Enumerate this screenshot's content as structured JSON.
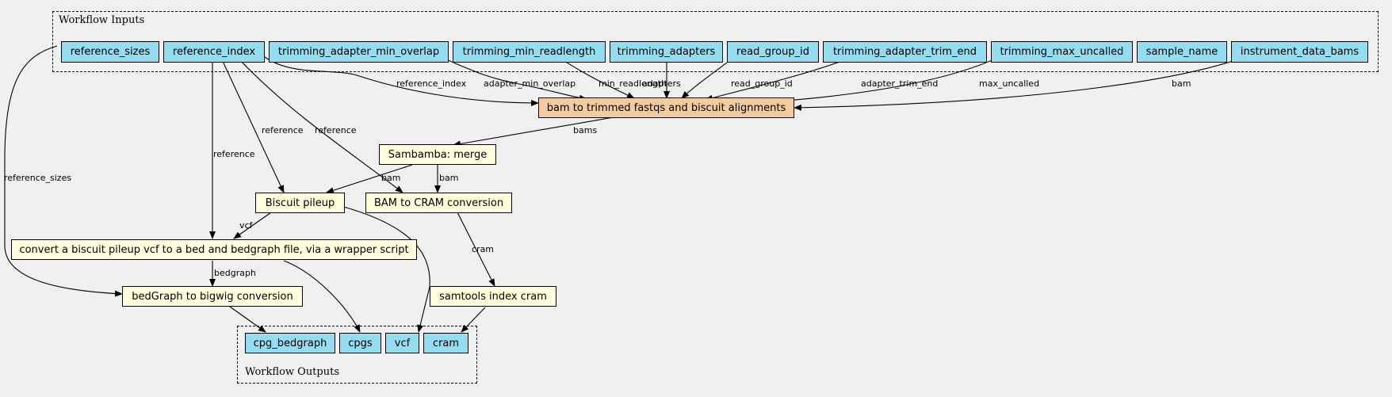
{
  "inputs_cluster": {
    "label": "Workflow Inputs"
  },
  "outputs_cluster": {
    "label": "Workflow Outputs"
  },
  "inputs": {
    "reference_sizes": "reference_sizes",
    "reference_index": "reference_index",
    "trimming_adapter_min_overlap": "trimming_adapter_min_overlap",
    "trimming_min_readlength": "trimming_min_readlength",
    "trimming_adapters": "trimming_adapters",
    "read_group_id": "read_group_id",
    "trimming_adapter_trim_end": "trimming_adapter_trim_end",
    "trimming_max_uncalled": "trimming_max_uncalled",
    "sample_name": "sample_name",
    "instrument_data_bams": "instrument_data_bams"
  },
  "steps": {
    "bam_to_trimmed": "bam to trimmed fastqs and biscuit alignments",
    "merge": "Sambamba: merge",
    "pileup": "Biscuit pileup",
    "bam_to_cram": "BAM to CRAM conversion",
    "convert_vcf": "convert a biscuit pileup vcf to a bed and bedgraph file, via a wrapper script",
    "bigwig": "bedGraph to bigwig conversion",
    "index_cram": "samtools index cram"
  },
  "outputs": {
    "cpg_bedgraph": "cpg_bedgraph",
    "cpgs": "cpgs",
    "vcf": "vcf",
    "cram": "cram"
  },
  "edge_labels": {
    "reference_index": "reference_index",
    "adapter_min_overlap": "adapter_min_overlap",
    "min_readlength": "min_readlength",
    "adapters": "adapters",
    "read_group_id": "read_group_id",
    "adapter_trim_end": "adapter_trim_end",
    "max_uncalled": "max_uncalled",
    "bam_in": "bam",
    "bams": "bams",
    "reference_pileup": "reference",
    "reference_cram": "reference",
    "reference_convert": "reference",
    "reference_sizes": "reference_sizes",
    "bam_pileup": "bam",
    "bam_cram": "bam",
    "vcf": "vcf",
    "bedgraph": "bedgraph",
    "cram": "cram"
  }
}
